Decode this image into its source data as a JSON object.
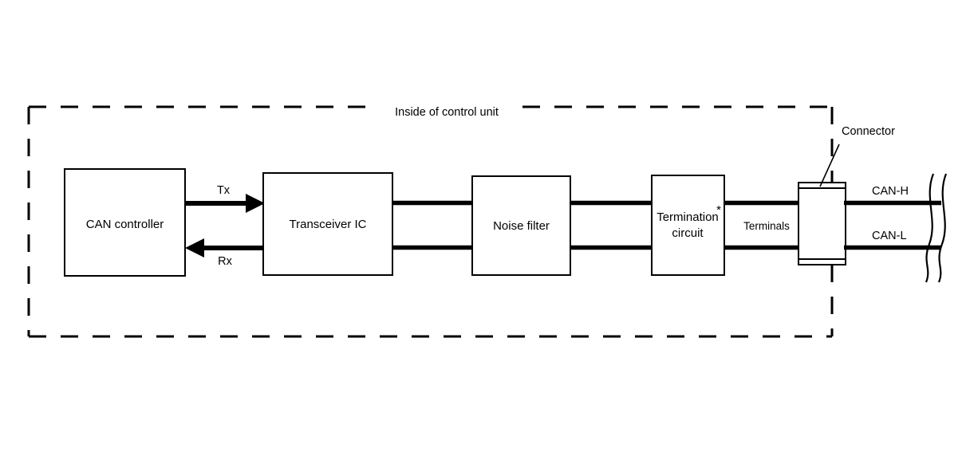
{
  "diagram": {
    "title": "Inside of control unit",
    "boundary_label": "Inside of control unit",
    "blocks": [
      {
        "id": "can-controller",
        "label": "CAN controller"
      },
      {
        "id": "transceiver-ic",
        "label": "Transceiver IC"
      },
      {
        "id": "noise-filter",
        "label": "Noise filter"
      },
      {
        "id": "termination-line1",
        "label": "Termination"
      },
      {
        "id": "termination-line2",
        "label": "circuit"
      },
      {
        "id": "termination-note",
        "label": "*"
      }
    ],
    "signals": {
      "tx": "Tx",
      "rx": "Rx"
    },
    "annotations": {
      "terminals": "Terminals",
      "connector": "Connector"
    },
    "bus": {
      "high": "CAN-H",
      "low": "CAN-L"
    },
    "colors": {
      "line": "#000000",
      "background": "#ffffff",
      "box_fill": "#ffffff"
    }
  }
}
